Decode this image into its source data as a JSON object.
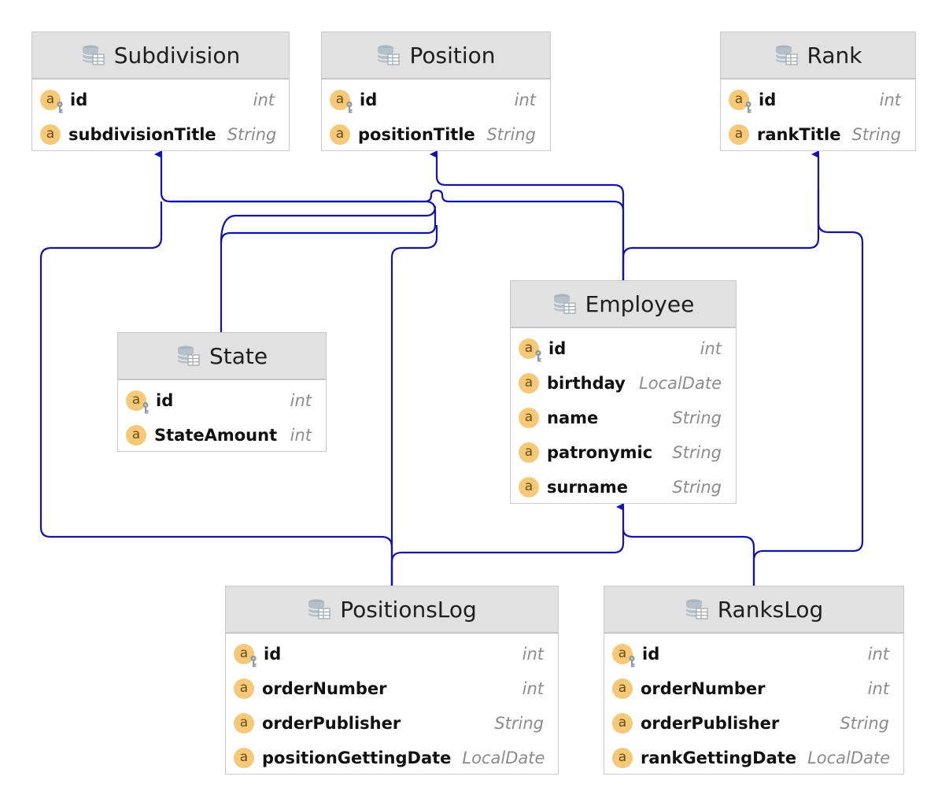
{
  "colors": {
    "connector": "#1313a8",
    "header": "#e1e1e1",
    "badge": "#f6c978"
  },
  "icons": {
    "entity": "database-table-icon",
    "field": "field-badge-icon",
    "primary_key": "key-icon"
  },
  "entities": {
    "subdivision": {
      "name": "Subdivision",
      "fields": [
        {
          "name": "id",
          "type": "int",
          "badge": "a",
          "key": true
        },
        {
          "name": "subdivisionTitle",
          "type": "String",
          "badge": "a",
          "key": false
        }
      ]
    },
    "position": {
      "name": "Position",
      "fields": [
        {
          "name": "id",
          "type": "int",
          "badge": "a",
          "key": true
        },
        {
          "name": "positionTitle",
          "type": "String",
          "badge": "a",
          "key": false
        }
      ]
    },
    "rank": {
      "name": "Rank",
      "fields": [
        {
          "name": "id",
          "type": "int",
          "badge": "a",
          "key": true
        },
        {
          "name": "rankTitle",
          "type": "String",
          "badge": "a",
          "key": false
        }
      ]
    },
    "state": {
      "name": "State",
      "fields": [
        {
          "name": "id",
          "type": "int",
          "badge": "a",
          "key": true
        },
        {
          "name": "StateAmount",
          "type": "int",
          "badge": "a",
          "key": false
        }
      ]
    },
    "employee": {
      "name": "Employee",
      "fields": [
        {
          "name": "id",
          "type": "int",
          "badge": "a",
          "key": true
        },
        {
          "name": "birthday",
          "type": "LocalDate",
          "badge": "a",
          "key": false
        },
        {
          "name": "name",
          "type": "String",
          "badge": "a",
          "key": false
        },
        {
          "name": "patronymic",
          "type": "String",
          "badge": "a",
          "key": false
        },
        {
          "name": "surname",
          "type": "String",
          "badge": "a",
          "key": false
        }
      ]
    },
    "positionslog": {
      "name": "PositionsLog",
      "fields": [
        {
          "name": "id",
          "type": "int",
          "badge": "a",
          "key": true
        },
        {
          "name": "orderNumber",
          "type": "int",
          "badge": "a",
          "key": false
        },
        {
          "name": "orderPublisher",
          "type": "String",
          "badge": "a",
          "key": false
        },
        {
          "name": "positionGettingDate",
          "type": "LocalDate",
          "badge": "a",
          "key": false
        }
      ]
    },
    "rankslog": {
      "name": "RanksLog",
      "fields": [
        {
          "name": "id",
          "type": "int",
          "badge": "a",
          "key": true
        },
        {
          "name": "orderNumber",
          "type": "int",
          "badge": "a",
          "key": false
        },
        {
          "name": "orderPublisher",
          "type": "String",
          "badge": "a",
          "key": false
        },
        {
          "name": "rankGettingDate",
          "type": "LocalDate",
          "badge": "a",
          "key": false
        }
      ]
    }
  },
  "relations": [
    {
      "from": "State",
      "to": "Subdivision"
    },
    {
      "from": "State",
      "to": "Position"
    },
    {
      "from": "Employee",
      "to": "Subdivision"
    },
    {
      "from": "Employee",
      "to": "Position"
    },
    {
      "from": "Employee",
      "to": "Rank"
    },
    {
      "from": "PositionsLog",
      "to": "Subdivision"
    },
    {
      "from": "PositionsLog",
      "to": "Position"
    },
    {
      "from": "PositionsLog",
      "to": "Employee"
    },
    {
      "from": "RanksLog",
      "to": "Employee"
    },
    {
      "from": "RanksLog",
      "to": "Rank"
    }
  ]
}
